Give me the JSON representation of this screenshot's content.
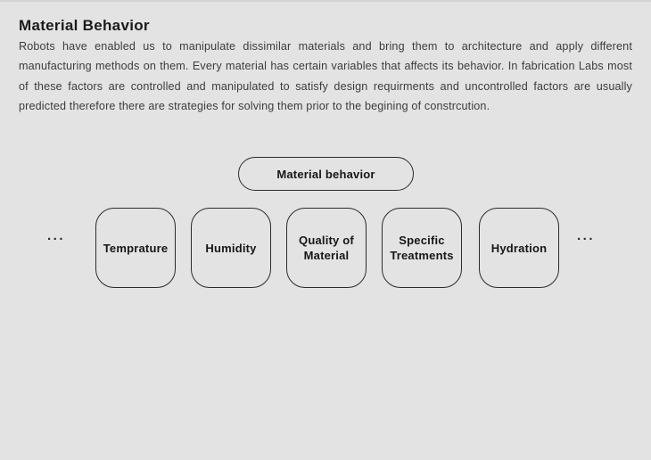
{
  "page": {
    "title": "Material Behavior",
    "body_text": "Robots have enabled us to manipulate dissimilar materials and bring them to architecture and apply different manufacturing methods on them. Every material has certain variables that affects its behavior. In fabrication Labs most of these factors are controlled and manipulated to satisfy design requirments and uncontrolled factors are usually predicted therefore there are strategies for solving them prior to the begining of constrcution."
  },
  "diagram": {
    "root_label": "Material behavior",
    "children": [
      {
        "label": "Temprature"
      },
      {
        "label": "Humidity"
      },
      {
        "label": "Quality of Material"
      },
      {
        "label": "Specific Treatments"
      },
      {
        "label": "Hydration"
      }
    ],
    "ellipsis_left": "...",
    "ellipsis_right": "..."
  },
  "colors": {
    "background": "#e3e3e3",
    "node_border": "#2b2b2b",
    "title_text": "#1b1b1b",
    "body_text": "#3c3c3c"
  }
}
